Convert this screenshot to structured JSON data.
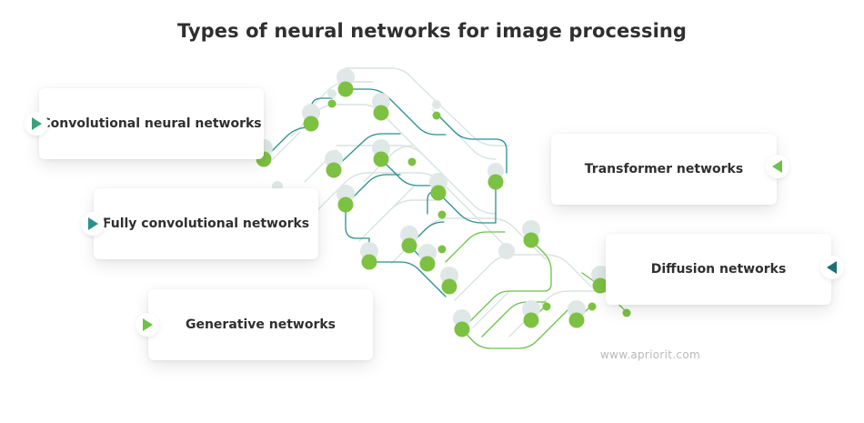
{
  "title": "Types of neural networks for image processing",
  "cards": [
    {
      "label": "Convolutional neural networks",
      "icon": "play-arrow-right-icon",
      "color": "#3aa17e"
    },
    {
      "label": "Fully convolutional networks",
      "icon": "play-arrow-right-icon",
      "color": "#2b8f8e"
    },
    {
      "label": "Generative networks",
      "icon": "play-arrow-right-icon",
      "color": "#6cc24a"
    },
    {
      "label": "Transformer networks",
      "icon": "play-arrow-left-icon",
      "color": "#6cc24a"
    },
    {
      "label": "Diffusion networks",
      "icon": "play-arrow-left-icon",
      "color": "#1f6e73"
    }
  ],
  "watermark": "www.apriorit.com",
  "colors": {
    "node_green": "#7dc142",
    "node_halo": "#dfe8e6",
    "line_teal": "#2b8f8e",
    "line_green": "#6cc24a",
    "line_light": "#d9e4e2"
  }
}
